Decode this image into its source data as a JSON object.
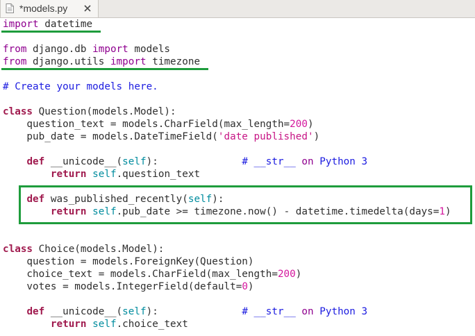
{
  "tab": {
    "title": "*models.py",
    "icon": "file-icon",
    "close_icon": "close-icon"
  },
  "colors": {
    "keyword": "#8f008f",
    "def_keyword": "#a01a4e",
    "comment": "#1c1ce0",
    "string": "#c71585",
    "number": "#d4169d",
    "self": "#008c9e",
    "annotation": "#1e9c3c"
  },
  "code": {
    "lines": [
      [
        {
          "t": "import",
          "c": "kw"
        },
        {
          "t": " datetime",
          "c": "tx"
        }
      ],
      [],
      [
        {
          "t": "from",
          "c": "kw"
        },
        {
          "t": " django.db ",
          "c": "tx"
        },
        {
          "t": "import",
          "c": "kw"
        },
        {
          "t": " models",
          "c": "tx"
        }
      ],
      [
        {
          "t": "from",
          "c": "kw"
        },
        {
          "t": " django.utils ",
          "c": "tx"
        },
        {
          "t": "import",
          "c": "kw"
        },
        {
          "t": " timezone",
          "c": "tx"
        }
      ],
      [],
      [
        {
          "t": "# Create your models here.",
          "c": "cm"
        }
      ],
      [],
      [
        {
          "t": "class",
          "c": "kwb"
        },
        {
          "t": " Question(models.Model):",
          "c": "tx"
        }
      ],
      [
        {
          "t": "    question_text = models.CharField(max_length=",
          "c": "tx"
        },
        {
          "t": "200",
          "c": "nm"
        },
        {
          "t": ")",
          "c": "tx"
        }
      ],
      [
        {
          "t": "    pub_date = models.DateTimeField(",
          "c": "tx"
        },
        {
          "t": "'date published'",
          "c": "st"
        },
        {
          "t": ")",
          "c": "tx"
        }
      ],
      [],
      [
        {
          "t": "    ",
          "c": "tx"
        },
        {
          "t": "def",
          "c": "kwb"
        },
        {
          "t": " __unicode__(",
          "c": "tx"
        },
        {
          "t": "self",
          "c": "slf"
        },
        {
          "t": "):              ",
          "c": "tx"
        },
        {
          "t": "# __str__ ",
          "c": "cm"
        },
        {
          "t": "on",
          "c": "kw"
        },
        {
          "t": " Python 3",
          "c": "cm"
        }
      ],
      [
        {
          "t": "        ",
          "c": "tx"
        },
        {
          "t": "return",
          "c": "kwb"
        },
        {
          "t": " ",
          "c": "tx"
        },
        {
          "t": "self",
          "c": "slf"
        },
        {
          "t": ".question_text",
          "c": "tx"
        }
      ],
      [],
      [
        {
          "t": "    ",
          "c": "tx"
        },
        {
          "t": "def",
          "c": "kwb"
        },
        {
          "t": " was_published_recently(",
          "c": "tx"
        },
        {
          "t": "self",
          "c": "slf"
        },
        {
          "t": "):",
          "c": "tx"
        }
      ],
      [
        {
          "t": "        ",
          "c": "tx"
        },
        {
          "t": "return",
          "c": "kwb"
        },
        {
          "t": " ",
          "c": "tx"
        },
        {
          "t": "self",
          "c": "slf"
        },
        {
          "t": ".pub_date >= timezone.now() - datetime.timedelta(days=",
          "c": "tx"
        },
        {
          "t": "1",
          "c": "nm"
        },
        {
          "t": ")",
          "c": "tx"
        }
      ],
      [],
      [],
      [
        {
          "t": "class",
          "c": "kwb"
        },
        {
          "t": " Choice(models.Model):",
          "c": "tx"
        }
      ],
      [
        {
          "t": "    question = models.ForeignKey(Question)",
          "c": "tx"
        }
      ],
      [
        {
          "t": "    choice_text = models.CharField(max_length=",
          "c": "tx"
        },
        {
          "t": "200",
          "c": "nm"
        },
        {
          "t": ")",
          "c": "tx"
        }
      ],
      [
        {
          "t": "    votes = models.IntegerField(default=",
          "c": "tx"
        },
        {
          "t": "0",
          "c": "nm"
        },
        {
          "t": ")",
          "c": "tx"
        }
      ],
      [],
      [
        {
          "t": "    ",
          "c": "tx"
        },
        {
          "t": "def",
          "c": "kwb"
        },
        {
          "t": " __unicode__(",
          "c": "tx"
        },
        {
          "t": "self",
          "c": "slf"
        },
        {
          "t": "):              ",
          "c": "tx"
        },
        {
          "t": "# __str__ ",
          "c": "cm"
        },
        {
          "t": "on",
          "c": "kw"
        },
        {
          "t": " Python 3",
          "c": "cm"
        }
      ],
      [
        {
          "t": "        ",
          "c": "tx"
        },
        {
          "t": "return",
          "c": "kwb"
        },
        {
          "t": " ",
          "c": "tx"
        },
        {
          "t": "self",
          "c": "slf"
        },
        {
          "t": ".choice_text",
          "c": "tx"
        }
      ]
    ]
  }
}
